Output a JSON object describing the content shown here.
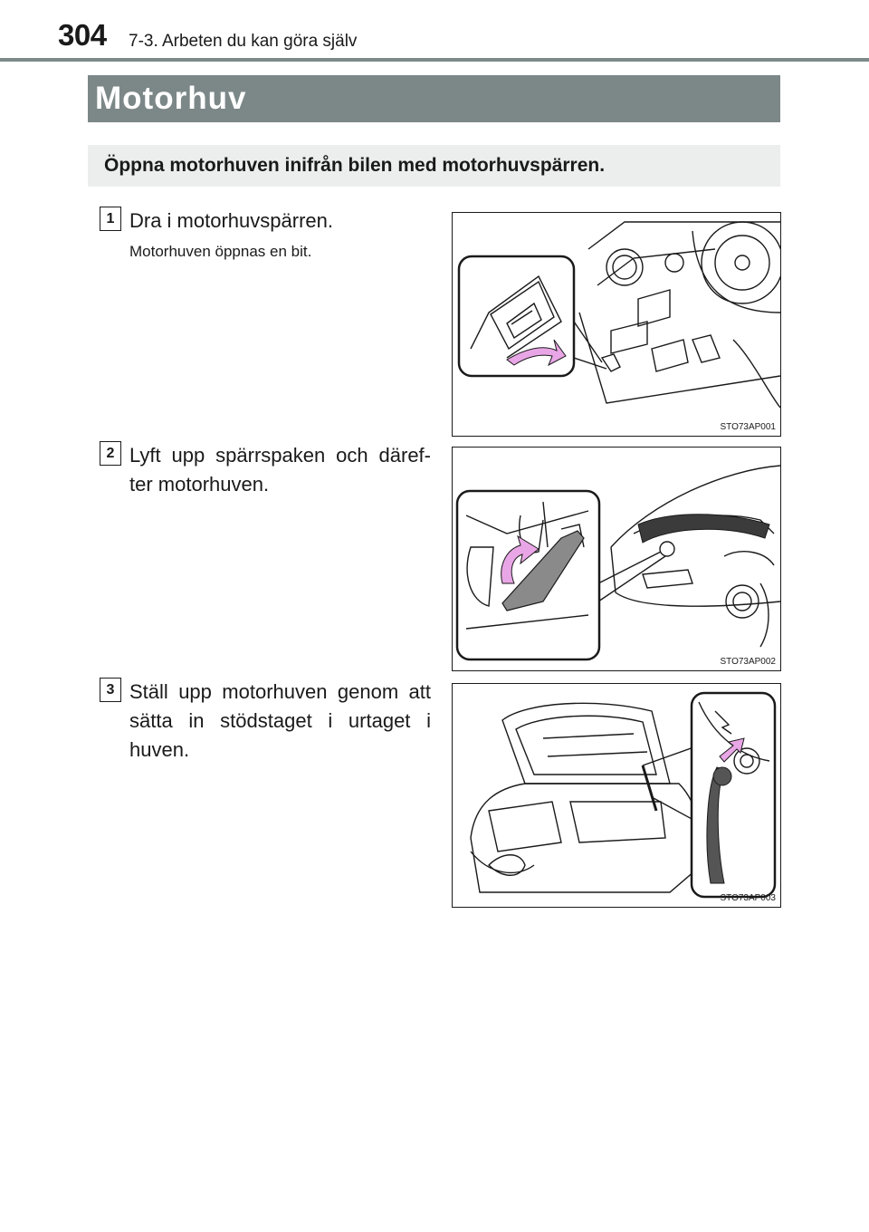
{
  "header": {
    "page_number": "304",
    "chapter": "7-3. Arbeten du kan göra själv"
  },
  "section": {
    "title": "Motorhuv"
  },
  "intro": {
    "text": "Öppna motorhuven inifrån bilen med motorhuvspärren."
  },
  "steps": [
    {
      "number": "1",
      "text": "Dra i motorhuvspärren.",
      "note": "Motorhuven öppnas en bit.",
      "figure_code": "STO73AP001"
    },
    {
      "number": "2",
      "text": "Lyft upp spärrspaken och däref-ter motorhuven.",
      "figure_code": "STO73AP002"
    },
    {
      "number": "3",
      "text": "Ställ upp motorhuven genom att sätta in stödstaget i urtaget i huven.",
      "figure_code": "STO73AP003"
    }
  ],
  "colors": {
    "header_rule": "#7d8a8a",
    "banner": "#7c8788",
    "intro_box": "#eceded",
    "arrow": "#e9a6e6"
  }
}
